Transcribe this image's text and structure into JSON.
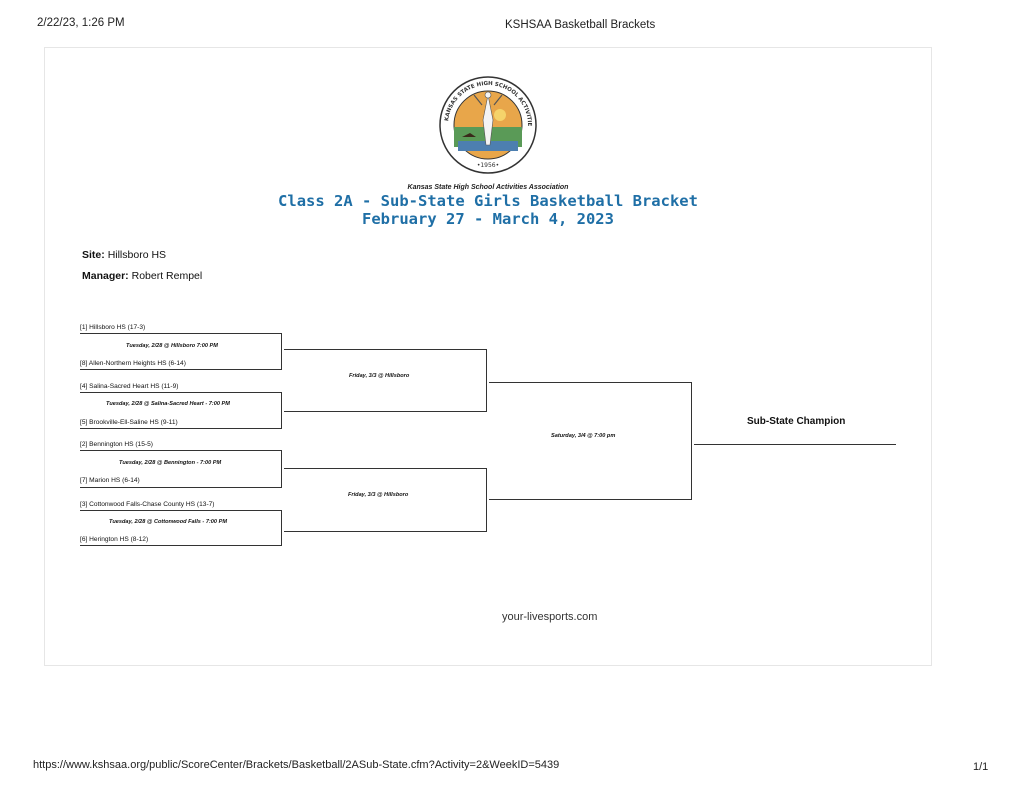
{
  "print_header": {
    "datetime": "2/22/23, 1:26 PM",
    "page_title": "KSHSAA Basketball Brackets"
  },
  "logo": {
    "text_ring": "KANSAS STATE HIGH SCHOOL ACTIVITIES ASSOCIATION INC",
    "year": "•1956•"
  },
  "header": {
    "org": "Kansas State High School Activities Association",
    "title": "Class 2A - Sub-State Girls Basketball Bracket",
    "dates": "February 27 - March 4, 2023"
  },
  "site": {
    "label": "Site:",
    "value": "Hillsboro HS"
  },
  "manager": {
    "label": "Manager:",
    "value": "Robert Rempel"
  },
  "teams": [
    "[1] Hillsboro HS   (17-3)",
    "[8] Allen-Northern Heights HS  (6-14)",
    "[4] Salina-Sacred Heart HS   (11-9)",
    "[5] Brookville-Ell-Saline HS  (9-11)",
    "[2] Bennington HS   (15-5)",
    "[7] Marion HS  (6-14)",
    "[3] Cottonwood Falls-Chase County HS   (13-7)",
    "[6] Herington HS  (8-12)"
  ],
  "first_round": [
    "Tuesday, 2/28 @ Hillsboro 7:00 PM",
    "Tuesday, 2/28 @ Salina-Sacred Heart - 7:00 PM",
    "Tuesday, 2/28 @ Bennington - 7:00 PM",
    "Tuesday, 2/28 @ Cottonwood Falls - 7:00 PM"
  ],
  "semifinals": [
    "Friday, 3/3 @ Hillsboro",
    "Friday, 3/3 @ Hillsboro"
  ],
  "final": "Saturday, 3/4 @ 7:00 pm",
  "champion_label": "Sub-State Champion",
  "watermark": {
    "site": "your-livesports.com"
  },
  "footer": {
    "url": "https://www.kshsaa.org/public/ScoreCenter/Brackets/Basketball/2ASub-State.cfm?Activity=2&WeekID=5439",
    "page": "1/1"
  }
}
